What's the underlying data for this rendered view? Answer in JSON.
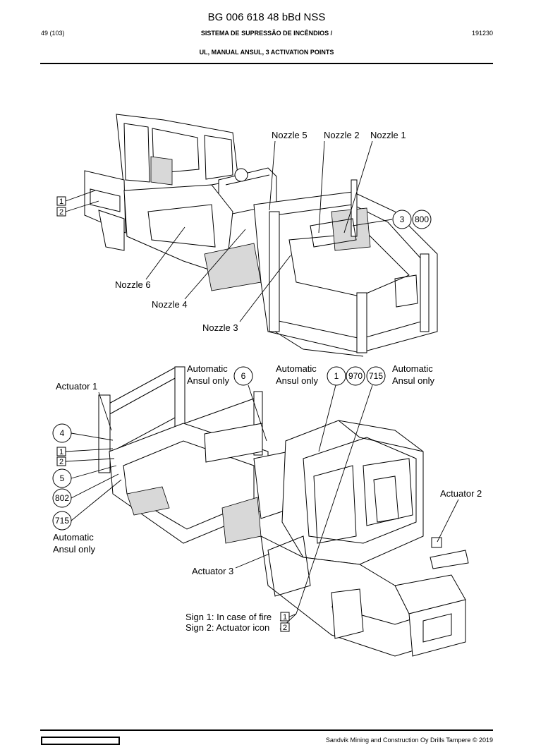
{
  "header": {
    "doc_title": "BG 006 618 48 bBd NSS",
    "page": "49 (103)",
    "section": "SISTEMA DE SUPRESSÃO DE INCÊNDIOS /",
    "date": "191230",
    "subtitle": "UL, MANUAL ANSUL, 3 ACTIVATION POINTS"
  },
  "figure_top": {
    "labels": {
      "nozzle5": "Nozzle 5",
      "nozzle2": "Nozzle 2",
      "nozzle1": "Nozzle 1",
      "nozzle6": "Nozzle 6",
      "nozzle4": "Nozzle 4",
      "nozzle3": "Nozzle 3"
    },
    "boxes": [
      "1",
      "2"
    ],
    "circles": [
      "3",
      "800"
    ]
  },
  "figure_bottom": {
    "labels": {
      "auto_a_1": "Automatic",
      "auto_a_2": "Ansul only",
      "auto_b_1": "Automatic",
      "auto_b_2": "Ansul only",
      "auto_c_1": "Automatic",
      "auto_c_2": "Ansul only",
      "auto_d_1": "Automatic",
      "auto_d_2": "Ansul only",
      "actuator1": "Actuator 1",
      "actuator2": "Actuator 2",
      "actuator3": "Actuator 3",
      "sign1": "Sign 1: In case of fire",
      "sign2": "Sign 2: Actuator icon"
    },
    "circles_top": [
      "6",
      "1",
      "970",
      "715"
    ],
    "circles_left": [
      "4",
      "5",
      "802",
      "715"
    ],
    "boxes_left": [
      "1",
      "2"
    ],
    "boxes_sign": [
      "1",
      "2"
    ]
  },
  "footer": {
    "copyright": "Sandvik Mining and Construction Oy Drills Tampere © 2019"
  }
}
